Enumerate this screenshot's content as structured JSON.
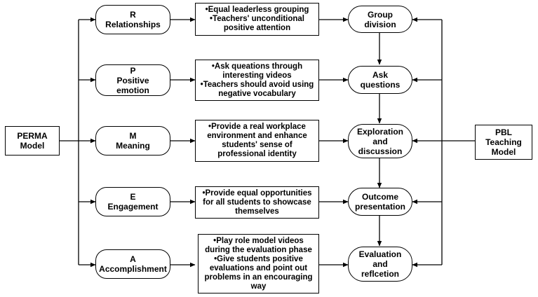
{
  "left_model": {
    "lines": [
      "PERMA",
      "Model"
    ]
  },
  "right_model": {
    "lines": [
      "PBL",
      "Teaching",
      "Model"
    ]
  },
  "perma": [
    {
      "letter": "R",
      "name": "Relationships"
    },
    {
      "letter": "P",
      "name": "Positive\nemotion"
    },
    {
      "letter": "M",
      "name": "Meaning"
    },
    {
      "letter": "E",
      "name": "Engagement"
    },
    {
      "letter": "A",
      "name": "Accomplishment"
    }
  ],
  "strategies": [
    {
      "lines": [
        "•Equal leaderless grouping",
        "•Teachers' unconditional",
        "positive attention"
      ]
    },
    {
      "lines": [
        "•Ask queations through",
        "interesting videos",
        "•Teachers should avoid using",
        "negative vocabulary"
      ]
    },
    {
      "lines": [
        "•Provide a real workplace",
        "environment and enhance",
        "students' sense of",
        "professional identity"
      ]
    },
    {
      "lines": [
        "•Provide equal opportunities",
        "for all students to showcase",
        "themselves"
      ]
    },
    {
      "lines": [
        "•Play role model videos",
        "during the evaluation phase",
        "•Give students positive",
        "evaluations and point out",
        "problems in an encouraging",
        "way"
      ]
    }
  ],
  "pbl_steps": [
    {
      "lines": [
        "Group",
        "division"
      ]
    },
    {
      "lines": [
        "Ask",
        "questions"
      ]
    },
    {
      "lines": [
        "Exploration",
        "and",
        "discussion"
      ]
    },
    {
      "lines": [
        "Outcome",
        "presentation"
      ]
    },
    {
      "lines": [
        "Evaluation",
        "and",
        "reflcetion"
      ]
    }
  ]
}
